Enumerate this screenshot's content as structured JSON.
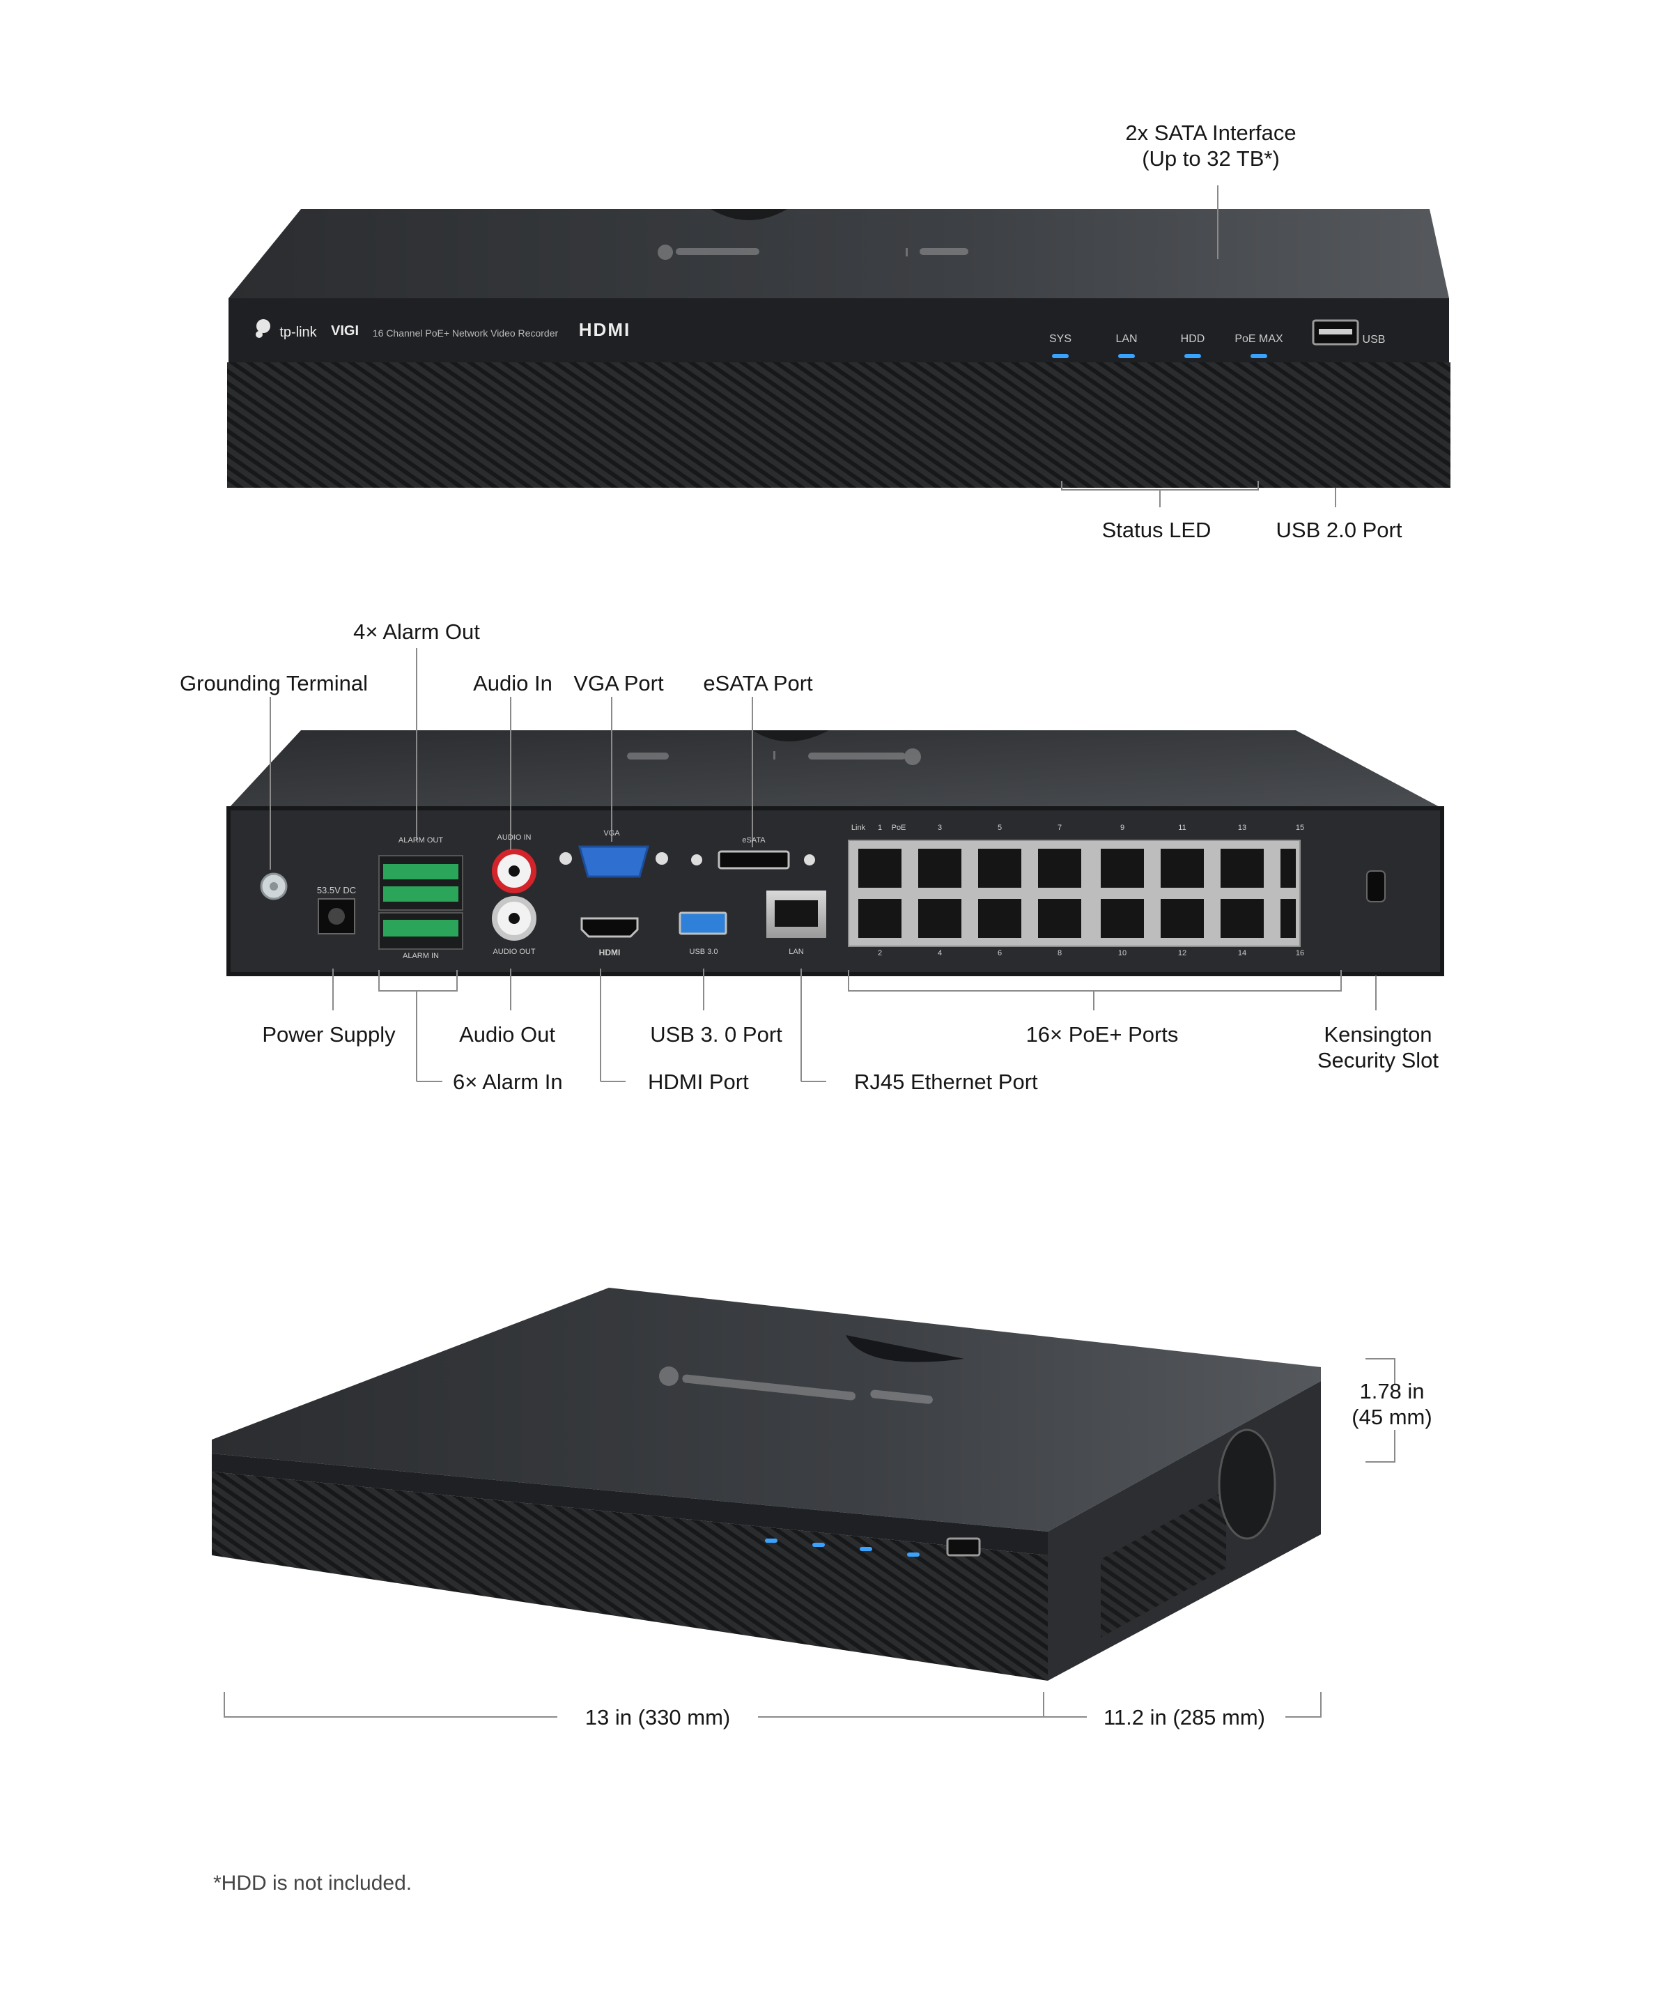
{
  "device": {
    "brand": "tp-link",
    "series": "VIGI",
    "model_line": "16 Channel PoE+ Network Video Recorder",
    "hdmi_logo": "HDMI"
  },
  "colors": {
    "body": "#2a2c2f",
    "top_panel": "#3a3d41",
    "led": "#3aa3ff",
    "rj45_green": "#2aa55a",
    "vga_blue": "#2f6fd0",
    "usb3_blue": "#2f80d8",
    "audio_red": "#d2242a",
    "leader_line": "#8a8a8a"
  },
  "front": {
    "leds": [
      "SYS",
      "LAN",
      "HDD",
      "PoE MAX"
    ],
    "usb_text": "USB",
    "callouts": {
      "sata": "2x SATA Interface\n(Up to 32 TB*)",
      "status_led": "Status LED",
      "usb": "USB 2.0 Port"
    }
  },
  "rear": {
    "panel_text": {
      "power": "53.5V  DC",
      "alarm_out": "ALARM OUT",
      "alarm_in": "ALARM IN",
      "audio_in": "AUDIO IN",
      "audio_out": "AUDIO OUT",
      "vga": "VGA",
      "esata": "eSATA",
      "usb3": "USB 3.0",
      "lan": "LAN",
      "link": "Link",
      "poe": "PoE",
      "top_ports": [
        "1",
        "3",
        "5",
        "7",
        "9",
        "11",
        "13",
        "15"
      ],
      "bottom_ports": [
        "2",
        "4",
        "6",
        "8",
        "10",
        "12",
        "14",
        "16"
      ]
    },
    "callouts": {
      "alarm_out": "4× Alarm Out",
      "grounding": "Grounding Terminal",
      "audio_in": "Audio In",
      "vga": "VGA Port",
      "esata": "eSATA Port",
      "power": "Power Supply",
      "audio_out": "Audio Out",
      "usb3": "USB 3. 0 Port",
      "poe_ports": "16× PoE+ Ports",
      "kensington": "Kensington\nSecurity Slot",
      "alarm_in": "6× Alarm In",
      "hdmi": "HDMI Port",
      "rj45": "RJ45 Ethernet Port"
    }
  },
  "dimensions": {
    "height": "1.78 in\n(45 mm)",
    "width": "13 in (330 mm)",
    "depth": "11.2 in (285 mm)"
  },
  "footnote": "*HDD is not included."
}
